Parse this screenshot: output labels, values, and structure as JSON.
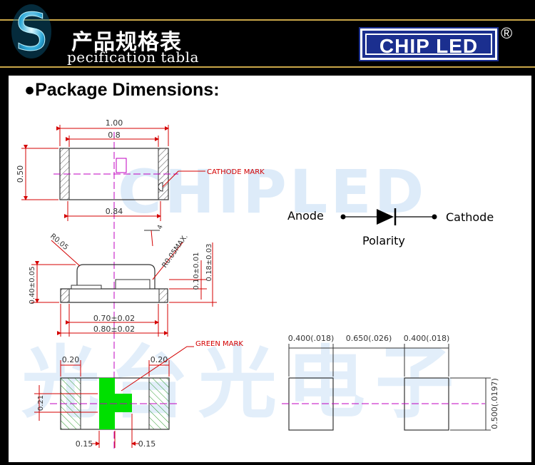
{
  "header": {
    "logo_letter": "S",
    "title_cn": "产品规格表",
    "title_en": "pecification tabla",
    "brand": "CHIP LED",
    "registered": "®"
  },
  "section": {
    "title": "●Package Dimensions:"
  },
  "watermarks": {
    "latin": "CHIPLED",
    "cjk": "光台光电子"
  },
  "top_view": {
    "overall_width": "1.00",
    "inner_width": "0.8",
    "height": "0.50",
    "lower_width": "0.84",
    "cathode_mark": "CATHODE MARK"
  },
  "side_view": {
    "corner_radius_left": "R0.05",
    "corner_radius_right": "R0.05MAX.",
    "top_tolerance": "0.10±0.01",
    "total_height": "0.18±0.03",
    "body_height": "0.40±0.05",
    "pad_span": "0.70±0.02",
    "body_length": "0.80±0.02",
    "angle": "4"
  },
  "bottom_view": {
    "pad_width_left": "0.20",
    "pad_width_right": "0.20",
    "mark_height": "0.21",
    "mark_left": "0.15",
    "mark_right": "0.15",
    "green_mark": "GREEN MARK"
  },
  "polarity": {
    "anode": "Anode",
    "cathode": "Cathode",
    "label": "Polarity"
  },
  "footprint": {
    "pad_left": "0.400(.018)",
    "gap": "0.650(.026)",
    "pad_right": "0.400(.018)",
    "pad_height": "0.500(.0197)"
  }
}
